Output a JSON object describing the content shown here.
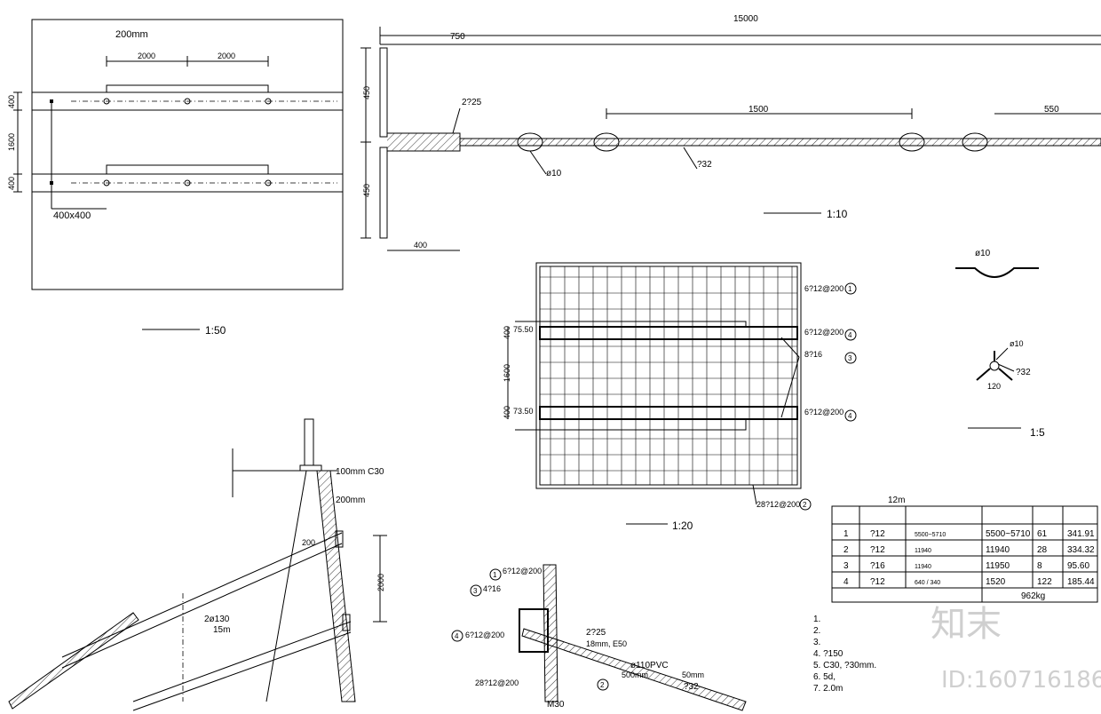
{
  "top_left": {
    "note_200mm": "200mm",
    "dim_2000_a": "2000",
    "dim_2000_b": "2000",
    "dim_400_top": "400",
    "dim_1600": "1600",
    "dim_400_bot": "400",
    "label_400x400": "400x400",
    "scale": "1:50"
  },
  "top_detail": {
    "dim_15000": "15000",
    "dim_750": "750",
    "dim_1500": "1500",
    "dim_550": "550",
    "dim_450_top": "450",
    "dim_450_bot": "450",
    "dim_400": "400",
    "label_2x25": "2?25",
    "label_phi10": "ø10",
    "label_32": "?32",
    "scale": "1:10"
  },
  "small_detail": {
    "label_phi10": "ø10",
    "label_phi10_b": "ø10",
    "label_32": "?32",
    "label_120": "120",
    "scale": "1:5"
  },
  "mesh": {
    "label_1": "6?12@200",
    "label_4a": "6?12@200",
    "label_3": "8?16",
    "label_4b": "6?12@200",
    "label_2": "28?12@200",
    "dim_400_a": "400",
    "dim_1600": "1600",
    "dim_400_b": "400",
    "val_7550": "75.50",
    "val_7350": "73.50",
    "scale": "1:20",
    "circ_1": "1",
    "circ_2": "2",
    "circ_3": "3",
    "circ_4": "4",
    "circ_4b": "4"
  },
  "section": {
    "label_100mm": "100mm C30",
    "label_200mm": "200mm",
    "dim_2000": "2000",
    "label_2phi130": "2ø130",
    "label_15m": "15m",
    "label_200": "200"
  },
  "anchor_detail": {
    "label_1": "6?12@200",
    "label_3": "4?16",
    "label_4": "6?12@200",
    "label_2": "28?12@200",
    "label_225": "2?25",
    "label_18mm": "18mm, E50",
    "label_pvc": "ø110PVC",
    "label_500": "500mm",
    "label_50mm": "50mm",
    "label_32": "?32",
    "label_m30": "M30",
    "circ_1": "1",
    "circ_2": "2",
    "circ_3": "3",
    "circ_4": "4"
  },
  "table": {
    "title_unit": "12m",
    "rows": [
      {
        "no": "1",
        "dia": "?12",
        "shape": "5500~5710",
        "len": "5500~5710",
        "count": "61",
        "weight": "341.91"
      },
      {
        "no": "2",
        "dia": "?12",
        "shape": "11940",
        "len": "11940",
        "count": "28",
        "weight": "334.32"
      },
      {
        "no": "3",
        "dia": "?16",
        "shape": "11940",
        "len": "11950",
        "count": "8",
        "weight": "95.60"
      },
      {
        "no": "4",
        "dia": "?12",
        "shape": "640 / 340",
        "len": "1520",
        "count": "122",
        "weight": "185.44"
      }
    ],
    "total": "962kg"
  },
  "notes": [
    "1.",
    "2.",
    "3.",
    "4.                                    ?150",
    "5.                C30,            ?30mm.",
    "6.                              5d,",
    "7.                2.0m"
  ],
  "watermark": {
    "logo": "知末",
    "id": "ID:160716186"
  }
}
